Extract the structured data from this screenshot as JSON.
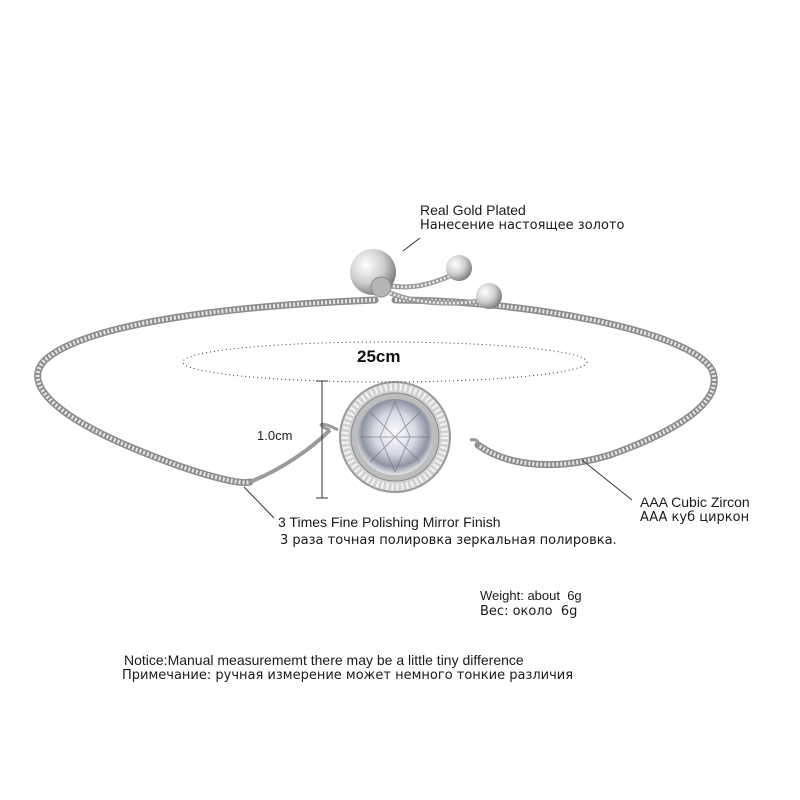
{
  "product": {
    "type": "adjustable box-chain bracelet with round halo cubic zirconia pendant",
    "colors": {
      "background": "#ffffff",
      "metal": "#c8c8c8",
      "metal_highlight": "#f2f2f2",
      "metal_shadow": "#6e6e6e",
      "text": "#1a1a1a"
    }
  },
  "annotations": {
    "plating": {
      "en": "Real Gold Plated",
      "ru": "Нанесение настоящее золото"
    },
    "length": {
      "value": "25cm"
    },
    "pendant_size": {
      "value": "1.0cm"
    },
    "polish": {
      "en": "3 Times Fine Polishing Mirror Finish",
      "ru": "3 раза точная полировка зеркальная полировка."
    },
    "stone": {
      "en": "AAA Cubic Zircon",
      "ru": "AAA куб циркон"
    },
    "weight": {
      "en": "Weight: about  6g",
      "ru": "Вес: около  6g"
    },
    "notice": {
      "en": "Notice:Manual measurememt there may be a little tiny difference",
      "ru": "Примечание: ручная измерение может немного тонкие различия"
    }
  }
}
